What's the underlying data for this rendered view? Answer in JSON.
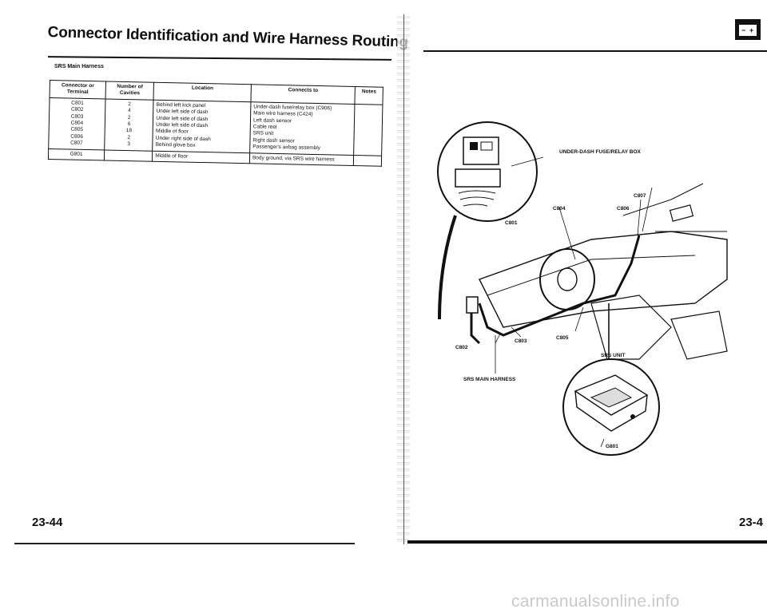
{
  "left_page": {
    "title": "Connector Identification and Wire Harness Routing",
    "subtitle": "SRS Main Harness",
    "table": {
      "headers": [
        "Connector or Terminal",
        "Number of Cavities",
        "Location",
        "Connects to",
        "Notes"
      ],
      "group1": {
        "terminals": [
          "C801",
          "C802",
          "C803",
          "C804",
          "C805",
          "C806",
          "C807"
        ],
        "cavities": [
          "2",
          "4",
          "2",
          "6",
          "18",
          "2",
          "3"
        ],
        "locations": [
          "Behind left kick panel",
          "Under left side of dash",
          "Under left side of dash",
          "Under left side of dash",
          "Middle of floor",
          "Under right side of dash",
          "Behind glove box"
        ],
        "connects_to": [
          "Under-dash fuse/relay box (C906)",
          "Main wire harness (C424)",
          "Left dash sensor",
          "Cable reel",
          "SRS unit",
          "Right dash sensor",
          "Passenger's airbag assembly"
        ]
      },
      "group2": {
        "terminal": "G801",
        "location": "Middle of floor",
        "connects_to": "Body ground, via SRS wire harness"
      }
    },
    "page_number": "23-44"
  },
  "right_page": {
    "battery_icon": "battery-icon",
    "labels": {
      "fuse_box": "UNDER-DASH FUSE/RELAY BOX",
      "c801": "C801",
      "c804": "C804",
      "c806": "C806",
      "c807": "C807",
      "c802": "C802",
      "c803": "C803",
      "c805": "C805",
      "srs_unit": "SRS UNIT",
      "srs_main_harness": "SRS MAIN HARNESS",
      "g801": "G801"
    },
    "page_number": "23-4"
  },
  "footer": {
    "watermark": "carmanualsonline.info"
  }
}
